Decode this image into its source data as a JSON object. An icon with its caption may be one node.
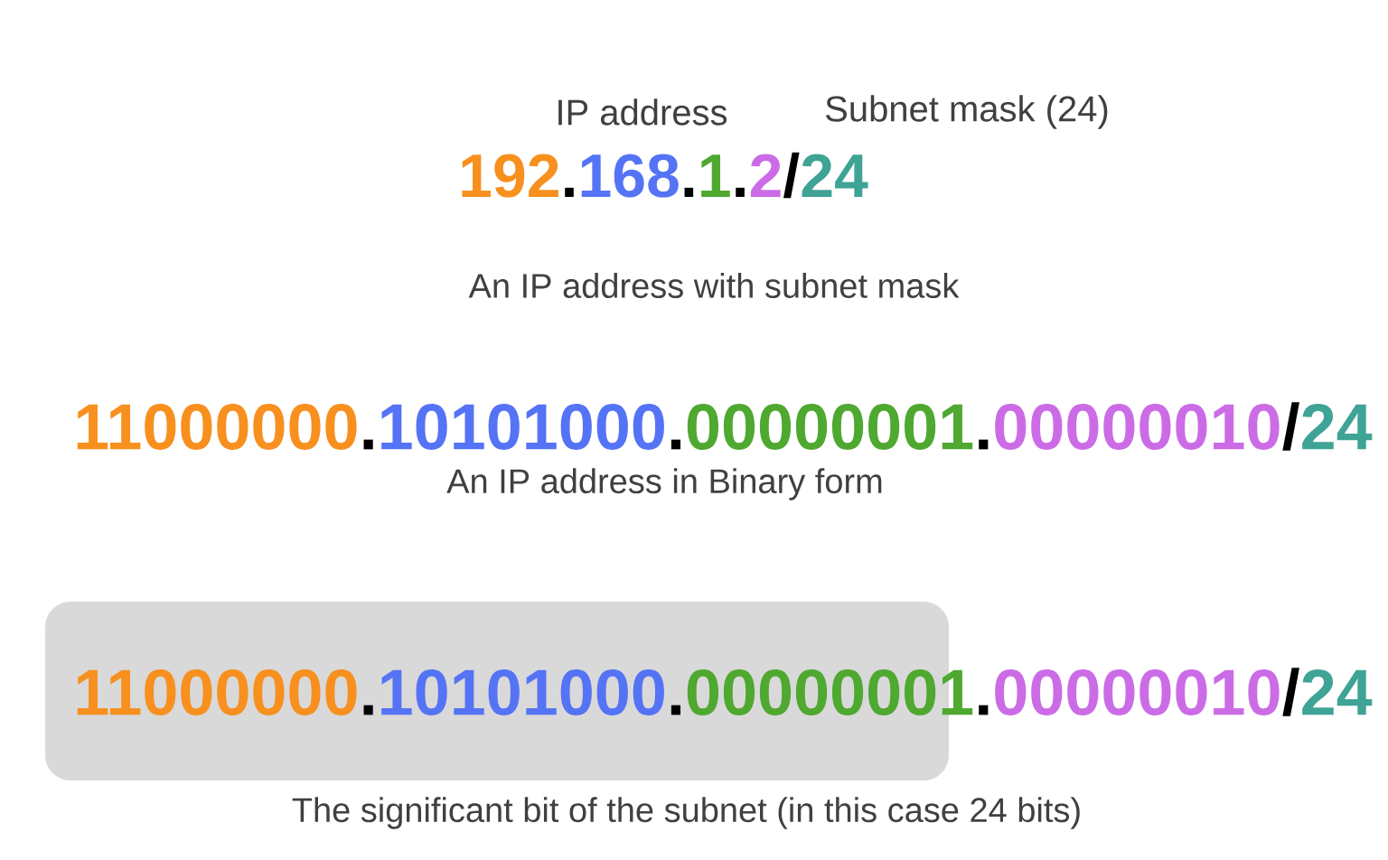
{
  "diagram": {
    "labels": [
      "IP address",
      "Subnet mask (24)",
      "192",
      ".",
      "168",
      ".",
      "1",
      ".",
      "2",
      "/",
      "24",
      "An IP address with subnet mask",
      "11000000",
      ".",
      "10101000",
      ".",
      "00000001",
      ".",
      "00000010",
      "/",
      "24",
      "An IP address in Binary form",
      "11000000",
      ".",
      "10101000",
      ".",
      "00000001",
      ".",
      "00000010",
      "/",
      "24",
      "The significant bit of the subnet (in this case 24 bits)"
    ]
  }
}
